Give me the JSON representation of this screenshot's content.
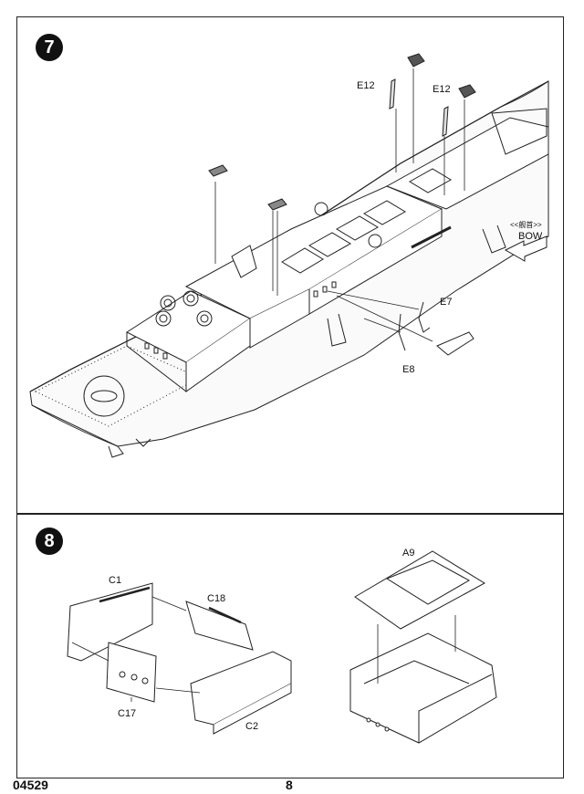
{
  "steps": [
    {
      "number": "7",
      "labels": {
        "e12_left": "E12",
        "e12_right": "E12",
        "e7": "E7",
        "e8": "E8",
        "bow_chinese": "<<舰首>>",
        "bow": "BOW"
      }
    },
    {
      "number": "8",
      "labels": {
        "c1": "C1",
        "c18": "C18",
        "c17": "C17",
        "c2": "C2",
        "a9": "A9"
      }
    }
  ],
  "footer": {
    "product_code": "04529",
    "page_number": "8"
  }
}
